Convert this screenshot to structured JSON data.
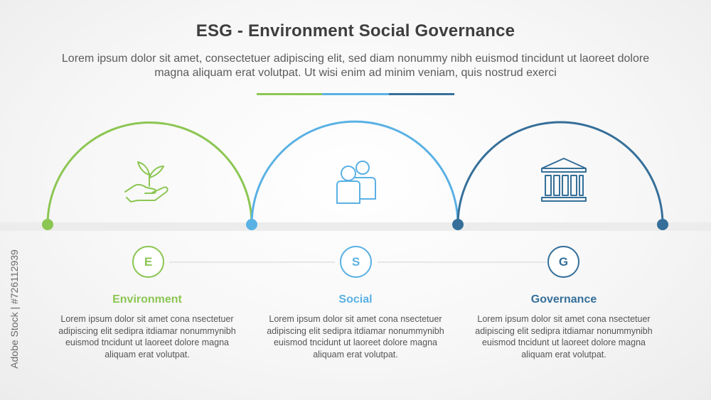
{
  "title": "ESG - Environment Social Governance",
  "subtitle": "Lorem ipsum dolor sit amet, consectetuer adipiscing elit, sed diam nonummy nibh euismod tincidunt ut laoreet dolore magna aliquam erat volutpat. Ut wisi enim ad minim veniam, quis nostrud exerci",
  "colors": {
    "green": "#8cc653",
    "blue": "#5ab1e4",
    "navy": "#356f99"
  },
  "items": [
    {
      "letter": "E",
      "title": "Environment",
      "icon": "plant-in-hand-icon",
      "color": "#8cc653",
      "description": "Lorem ipsum dolor sit amet cona nsectetuer adipiscing elit sedipra itdiamar nonummynibh euismod tncidunt ut laoreet dolore magna aliquam erat volutpat."
    },
    {
      "letter": "S",
      "title": "Social",
      "icon": "people-icon",
      "color": "#5ab1e4",
      "description": "Lorem ipsum dolor sit amet cona nsectetuer adipiscing elit sedipra itdiamar nonummynibh euismod tncidunt ut laoreet dolore magna aliquam erat volutpat."
    },
    {
      "letter": "G",
      "title": "Governance",
      "icon": "government-building-icon",
      "color": "#356f99",
      "description": "Lorem ipsum dolor sit amet cona nsectetuer adipiscing elit sedipra itdiamar nonummynibh euismod tncidunt ut laoreet dolore magna aliquam erat volutpat."
    }
  ],
  "watermark_id": "Adobe Stock | #726112939"
}
